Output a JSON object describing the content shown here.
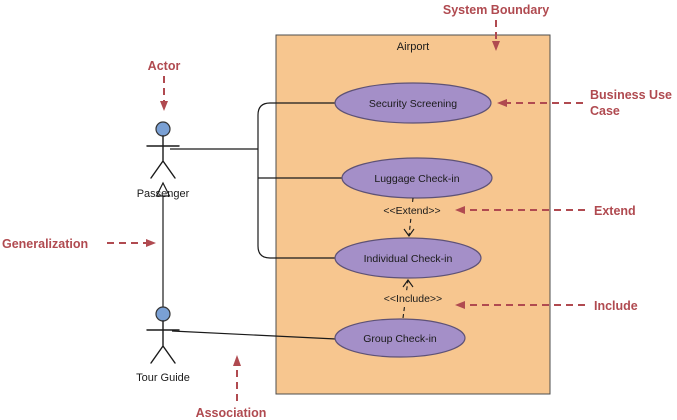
{
  "diagram": {
    "boundary_label": "Airport",
    "use_cases": [
      {
        "label": "Security Screening"
      },
      {
        "label": "Luggage Check-in"
      },
      {
        "label": "Individual Check-in"
      },
      {
        "label": "Group Check-in"
      }
    ],
    "actors": [
      {
        "label": "Passenger"
      },
      {
        "label": "Tour Guide"
      }
    ],
    "relationships": {
      "extend_label": "<<Extend>>",
      "include_label": "<<Include>>"
    }
  },
  "annotations": {
    "system_boundary": "System Boundary",
    "actor": "Actor",
    "business_use_case_line1": "Business Use",
    "business_use_case_line2": "Case",
    "extend": "Extend",
    "include": "Include",
    "generalization": "Generalization",
    "association": "Association"
  },
  "colors": {
    "annotation": "#b04a50",
    "boundary_fill": "#f7c68f",
    "boundary_stroke": "#4d4d4d",
    "usecase_fill": "#a48fc8",
    "usecase_stroke": "#5e5276",
    "actor_head_fill": "#7aa0d4",
    "actor_head_stroke": "#333333",
    "connector": "#1a1a1a",
    "background": "#ffffff"
  }
}
